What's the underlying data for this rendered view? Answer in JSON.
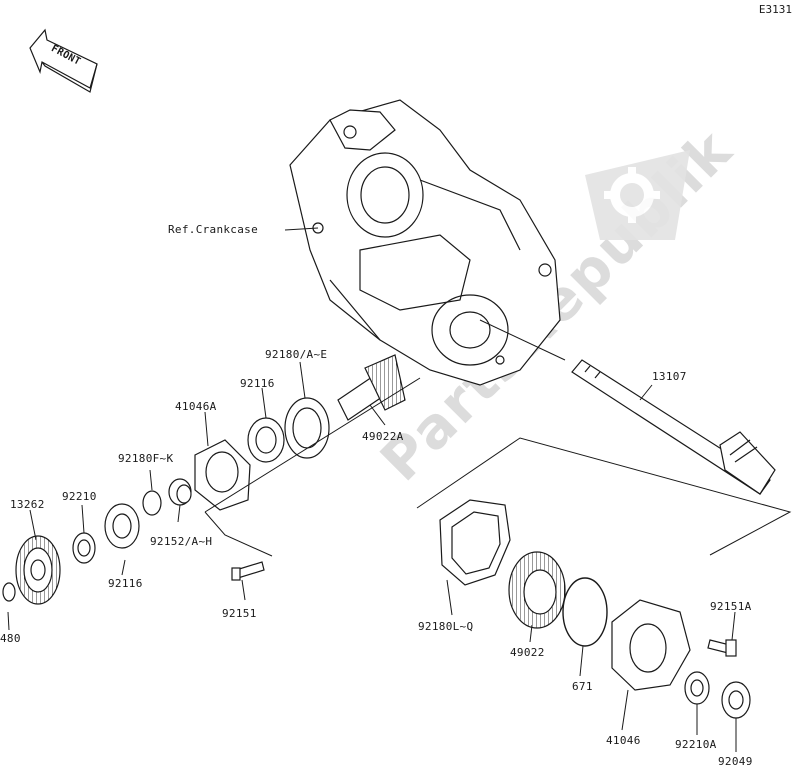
{
  "diagram_code": "E3131",
  "front_label": "FRONT",
  "watermark_text": "PartsRepublik",
  "ref_label": "Ref.Crankcase",
  "part_numbers": {
    "p13262": "13262",
    "p480": "480",
    "p92210": "92210",
    "p92116_lower": "92116",
    "p92180_fk": "92180F~K",
    "p92152": "92152/A~H",
    "p41046a": "41046A",
    "p92116_upper": "92116",
    "p92180_ae": "92180/A~E",
    "p49022a": "49022A",
    "p92151": "92151",
    "p13107": "13107",
    "p92180_lq": "92180L~Q",
    "p49022": "49022",
    "p671": "671",
    "p92151a": "92151A",
    "p41046": "41046",
    "p92210a": "92210A",
    "p92049": "92049"
  },
  "colors": {
    "line": "#1a1a1a",
    "watermark": "#d9d9d9"
  }
}
